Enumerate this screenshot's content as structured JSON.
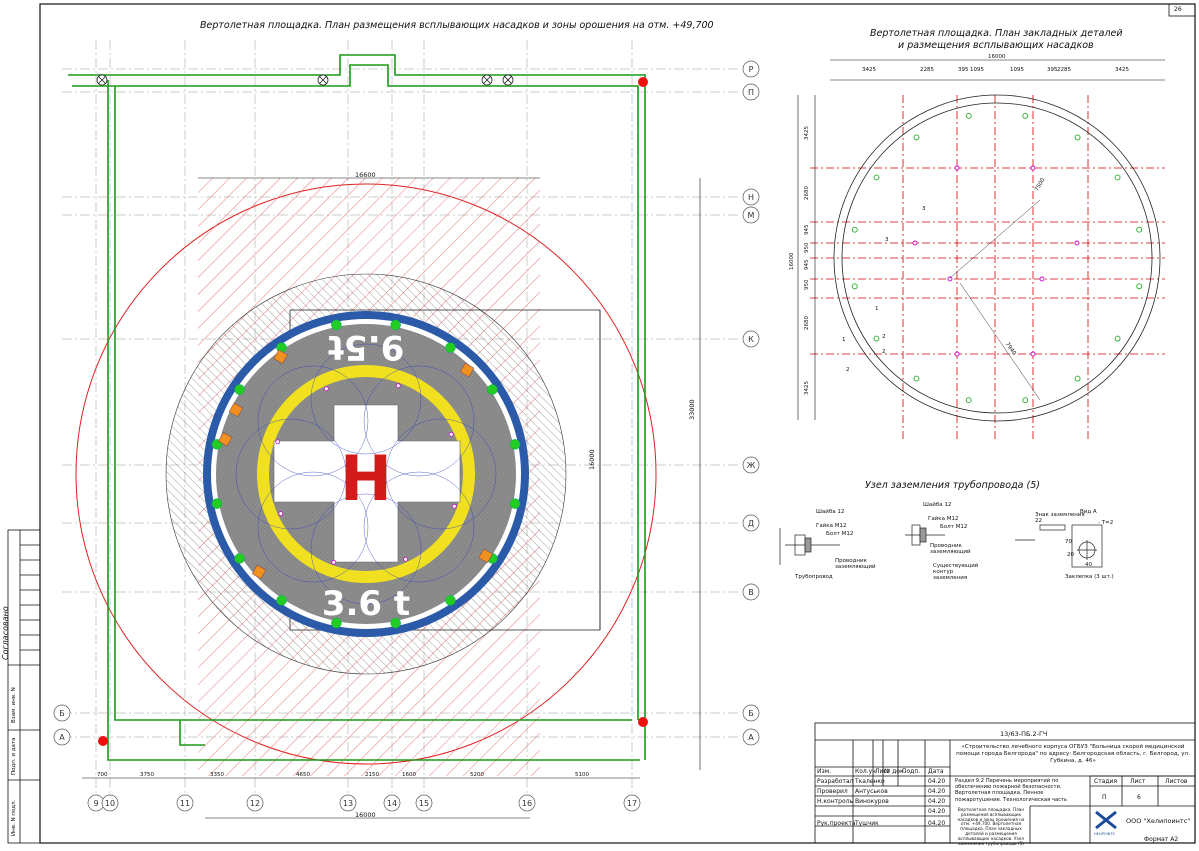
{
  "sheet_number": "26",
  "format": "Формат А2",
  "plan": {
    "title": "Вертолетная площадка. План размещения всплывающих насадков и зоны орошения на отм. +49,700",
    "dim_top": "16600",
    "dim_bottom": "16000",
    "dim_right_inner": "16000",
    "dim_right_outer": "33000",
    "marking_top": "9.5t",
    "marking_bottom": "3.6 t",
    "h_letter": "H",
    "row_axes": [
      "Р",
      "П",
      "Н",
      "М",
      "К",
      "Ж",
      "Д",
      "В",
      "Б",
      "А"
    ],
    "col_axes": [
      "9",
      "10",
      "11",
      "12",
      "13",
      "14",
      "15",
      "16",
      "17"
    ],
    "bottom_dims": [
      "700",
      "3750",
      "3350",
      "4650",
      "2150",
      "1600",
      "5200",
      "5100"
    ],
    "left_row_axes": [
      "Б",
      "А"
    ]
  },
  "embed_plan": {
    "title_line1": "Вертолетная площадка. План закладных деталей",
    "title_line2": "и размещения всплывающих насадков",
    "dim_total": "16000",
    "top_dims": [
      "3425",
      "2285",
      "395",
      "1095",
      "1095",
      "395",
      "2285",
      "3425"
    ],
    "left_dims": [
      "3425",
      "2680",
      "945",
      "950",
      "945",
      "950",
      "2680",
      "3425"
    ],
    "left_total": "16000",
    "radius_labels": [
      "7500",
      "7940"
    ],
    "callouts": [
      "3",
      "3",
      "1",
      "1",
      "2",
      "2",
      "2"
    ]
  },
  "ground_node": {
    "title": "Узел заземления трубопровода (5)",
    "labels": [
      "Шайба 12",
      "Гайка М12",
      "Болт М12",
      "Проводник заземляющий",
      "Трубопровод",
      "Шайба 12",
      "Гайка М12",
      "Болт М12",
      "Проводник заземляющий",
      "Существующий контур заземления",
      "Знак заземления 22",
      "Вид А",
      "Заклепка (3 шт.)",
      "- Т=2",
      "70",
      "20",
      "40"
    ]
  },
  "side_stamp": {
    "agreed": "Согласовано",
    "cells": [
      "Взам. инв. N",
      "Подп. и дата",
      "Инв. N подл."
    ]
  },
  "title_block": {
    "code": "13/63-ПБ.2-ГЧ",
    "project": "«Строительство лечебного корпуса ОГБУЗ \"Больница скорой медицинской помощи города Белгорода\" по адресу: Белгородская область, г. Белгород, ул. Губкина, д. 46»",
    "section": "Раздел 9.2 Перечень мероприятий по обеспечению пожарной безопасности. Вертолетная площадка. Пенное пожаротушение. Технологическая часть",
    "sheet_title": "Вертолетная площадка. План размещения всплывающих насадков и зоны орошения на отм. +49,700. Вертолетная площадка. План закладных деталей и размещения всплывающих насадков. Узел заземления трубопровода (5)",
    "headers": [
      "Изм.",
      "Кол.уч",
      "Лист",
      "№ док.",
      "Подп.",
      "Дата"
    ],
    "stage_headers": [
      "Стадия",
      "Лист",
      "Листов"
    ],
    "stage": "П",
    "sheet": "6",
    "sheets": "",
    "company": "ООО \"Хелипоинтс\"",
    "logo_text": "HELIPOINTS",
    "people": [
      {
        "role": "Разработал",
        "name": "Ткаленко",
        "date": "04.20"
      },
      {
        "role": "Проверил",
        "name": "Антуськов",
        "date": "04.20"
      },
      {
        "role": "Н.контроль",
        "name": "Винокуров",
        "date": "04.20"
      },
      {
        "role": "",
        "name": "",
        "date": "04.20"
      },
      {
        "role": "Рук.проекта",
        "name": "Тушчик",
        "date": "04.20"
      }
    ]
  },
  "colors": {
    "grid_red": "#d40000",
    "hatch_red": "#e36060",
    "pipe_green": "#1a9a1a",
    "ring_blue": "#2a5aa8",
    "ring_yellow": "#f0e020",
    "deck_gray": "#8a8a8a",
    "h_red": "#d41b1b"
  }
}
